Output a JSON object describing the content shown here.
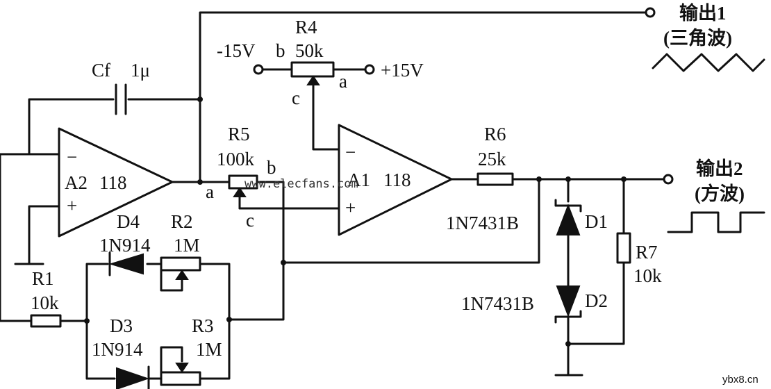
{
  "components": {
    "cf": {
      "name": "Cf",
      "value": "1μ"
    },
    "r1": {
      "name": "R1",
      "value": "10k"
    },
    "r2": {
      "name": "R2",
      "value": "1M"
    },
    "r3": {
      "name": "R3",
      "value": "1M"
    },
    "r4": {
      "name": "R4",
      "value": "50k"
    },
    "r5": {
      "name": "R5",
      "value": "100k"
    },
    "r6": {
      "name": "R6",
      "value": "25k"
    },
    "r7": {
      "name": "R7",
      "value": "10k"
    },
    "d1": {
      "name": "D1",
      "part": "1N7431B"
    },
    "d2": {
      "name": "D2",
      "part": "1N7431B"
    },
    "d3": {
      "name": "D3",
      "part": "1N914"
    },
    "d4": {
      "name": "D4",
      "part": "1N914"
    },
    "a1": {
      "name": "A1",
      "part": "118"
    },
    "a2": {
      "name": "A2",
      "part": "118"
    }
  },
  "supplies": {
    "negative": "-15V",
    "positive": "+15V"
  },
  "pins": {
    "a": "a",
    "b": "b",
    "c": "c",
    "minus": "−",
    "plus": "+"
  },
  "outputs": {
    "out1": {
      "label": "输出1",
      "wave": "(三角波)"
    },
    "out2": {
      "label": "输出2",
      "wave": "(方波)"
    }
  },
  "watermarks": {
    "center": "www.elecfans.com",
    "corner": "ybx8.cn"
  }
}
